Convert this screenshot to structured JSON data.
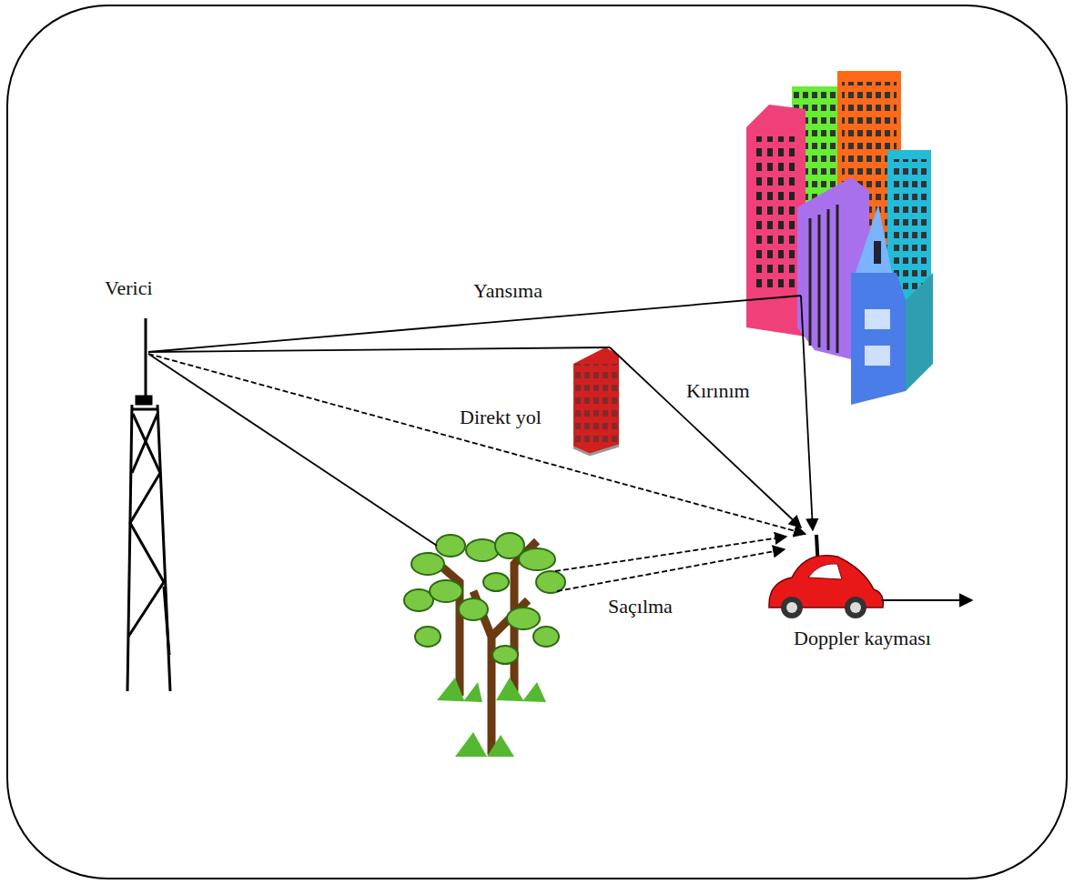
{
  "diagram": {
    "labels": [
      "Verici",
      "Yansıma",
      "Kırınım",
      "Direkt yol",
      "Saçılma",
      "Doppler kayması"
    ]
  }
}
